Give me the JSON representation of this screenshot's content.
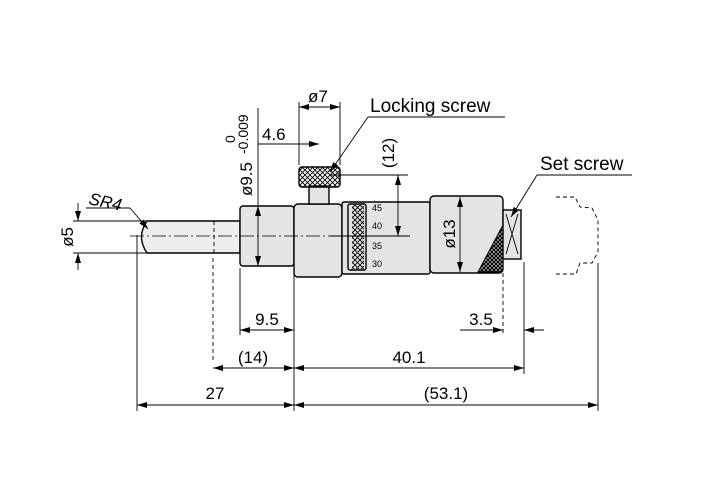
{
  "labels": {
    "locking_screw": "Locking screw",
    "set_screw": "Set screw"
  },
  "dimensions": {
    "d7": "ø7",
    "d4_6": "4.6",
    "d12": "(12)",
    "d9_5_main": "ø9.5",
    "d9_5_tol_upper": "0",
    "d9_5_tol_lower": "-0.009",
    "sr4": "SR4",
    "d5": "ø5",
    "d13": "ø13",
    "len9_5": "9.5",
    "len3_5": "3.5",
    "len14": "(14)",
    "len40_1": "40.1",
    "len27": "27",
    "len53_1": "(53.1)"
  },
  "thimble_scale": [
    "45",
    "40",
    "35",
    "30"
  ],
  "colors": {
    "line": "#000000",
    "body_fill": "#e4e4e4",
    "background": "#ffffff"
  }
}
